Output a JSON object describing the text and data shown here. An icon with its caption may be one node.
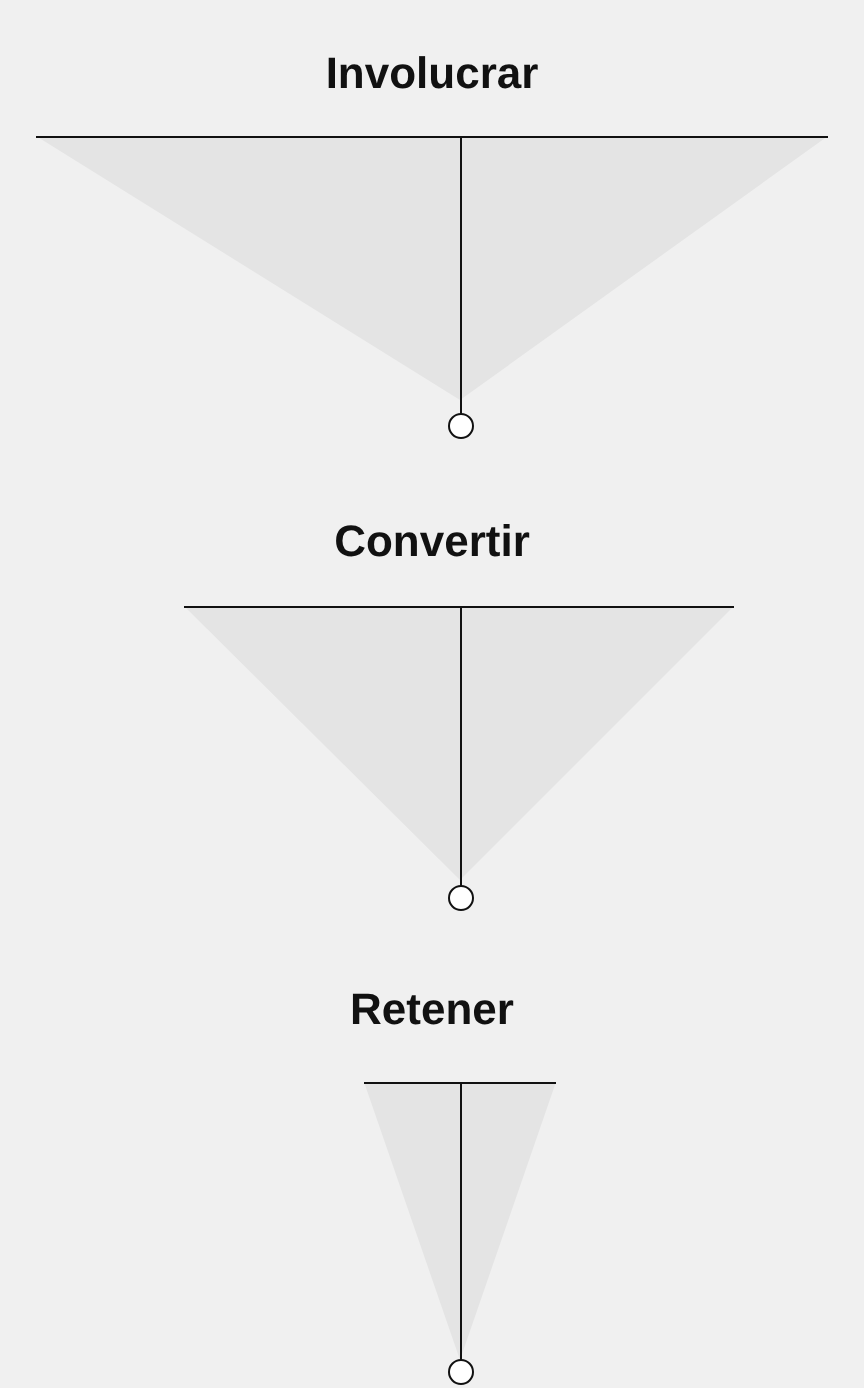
{
  "diagram": {
    "nodes": [
      {
        "text": [
          "Involucrar"
        ]
      },
      {
        "text": [
          "Convertir"
        ]
      },
      {
        "text": [
          "Retener"
        ]
      }
    ]
  }
}
